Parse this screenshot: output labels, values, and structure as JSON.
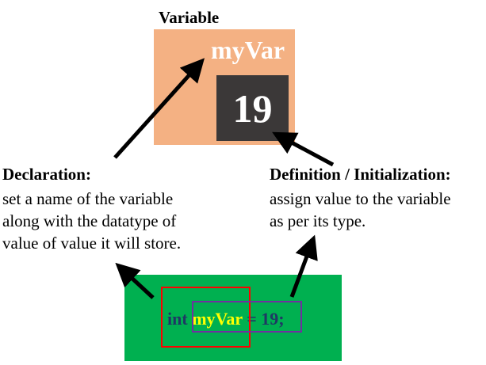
{
  "variable": {
    "title": "Variable",
    "name": "myVar",
    "value": "19",
    "box_color": "#f4b183",
    "value_box_color": "#3b3838"
  },
  "declaration": {
    "heading": "Declaration:",
    "lines": [
      "set a name of the variable",
      "along with the datatype of",
      "value of value it will store."
    ]
  },
  "definition": {
    "heading": "Definition / Initialization:",
    "lines": [
      "assign value to the variable",
      "as per its type."
    ]
  },
  "code": {
    "type_keyword": "int",
    "name": "myVar",
    "rest": "= 19;",
    "panel_color": "#00b050",
    "declaration_highlight_color": "#ff0000",
    "definition_highlight_color": "#7030a0"
  }
}
